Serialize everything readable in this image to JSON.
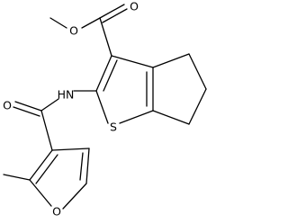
{
  "molecule": {
    "atom_labels": {
      "o_carbonyl_ester": "O",
      "o_ester_methoxy": "O",
      "nh": "HN",
      "s_thiophene": "S",
      "o_amide": "O",
      "o_furan": "O"
    }
  }
}
